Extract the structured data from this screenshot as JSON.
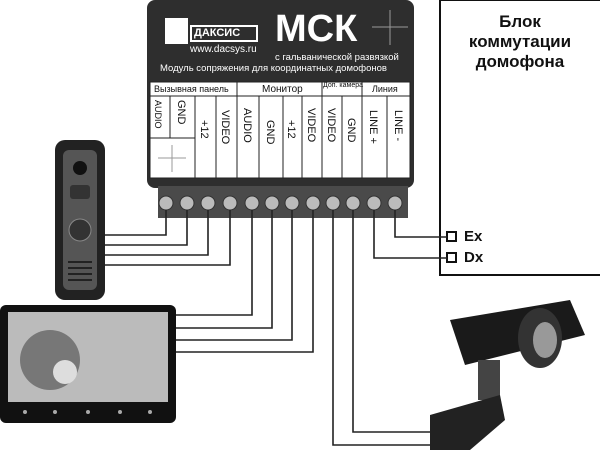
{
  "module": {
    "brand": "ДАКСИС",
    "website": "www.dacsys.ru",
    "model": "МСК",
    "subtitle": "с гальванической развязкой",
    "description": "Модуль сопряжения для координатных домофонов",
    "groups": [
      "Вызывная панель",
      "Монитор",
      "Доп. камера",
      "Линия"
    ],
    "pins": [
      "AUDIO",
      "GND",
      "+12",
      "VIDEO",
      "AUDIO",
      "GND",
      "+12",
      "VIDEO",
      "VIDEO",
      "GND",
      "LINE +",
      "LINE -"
    ]
  },
  "switch_block": {
    "title": "Блок коммутации домофона",
    "pins": [
      "Ex",
      "Dx"
    ]
  },
  "colors": {
    "module": "#2e2e2e",
    "wire": "#222222"
  }
}
